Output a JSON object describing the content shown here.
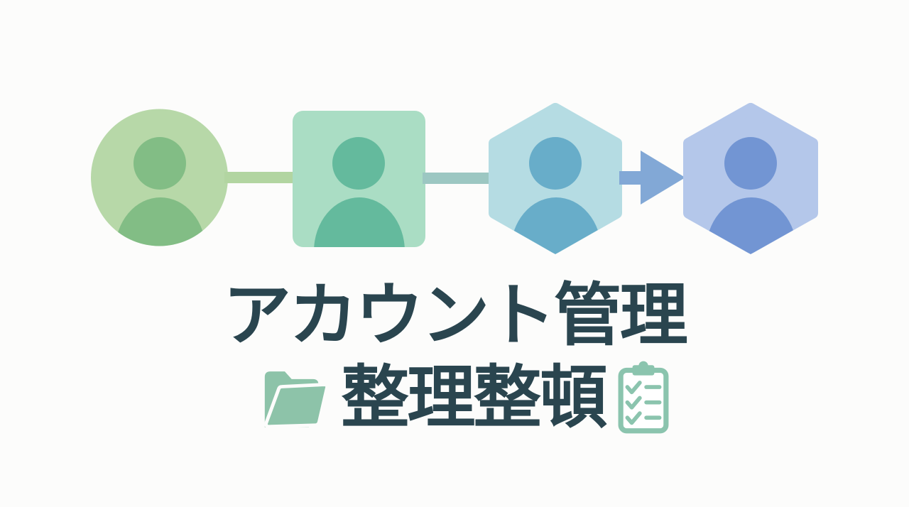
{
  "page": {
    "background_color": "#fcfcfb"
  },
  "diagram": {
    "description": "four user avatars connected left to right ending in an arrow",
    "shapes": [
      {
        "id": "step-1",
        "shape": "circle",
        "fill": "#b7d8a8",
        "person_fill": "#82bd85",
        "icon": "user-avatar"
      },
      {
        "id": "step-2",
        "shape": "rounded-square",
        "fill": "#aaddc4",
        "person_fill": "#64ba9d",
        "icon": "user-avatar"
      },
      {
        "id": "step-3",
        "shape": "hexagon",
        "fill": "#b5dce3",
        "person_fill": "#68adc9",
        "icon": "user-avatar"
      },
      {
        "id": "step-4",
        "shape": "hexagon",
        "fill": "#b4c7ea",
        "person_fill": "#7295d3",
        "icon": "user-avatar"
      }
    ],
    "connectors": [
      {
        "from": "step-1",
        "to": "step-2",
        "style": "line",
        "color": "#b2d5a1"
      },
      {
        "from": "step-2",
        "to": "step-3",
        "style": "line",
        "color": "#9cc7c2"
      },
      {
        "from": "step-3",
        "to": "step-4",
        "style": "arrow",
        "color": "#82a8d6"
      }
    ]
  },
  "title": {
    "line1": "アカウント管理",
    "line2": "整理整頓",
    "color": "#2a454f"
  },
  "icons": {
    "folder_color": "#8dc3a9",
    "clipboard_color": "#8bc4ae",
    "clipboard_paper": "#ffffff"
  }
}
